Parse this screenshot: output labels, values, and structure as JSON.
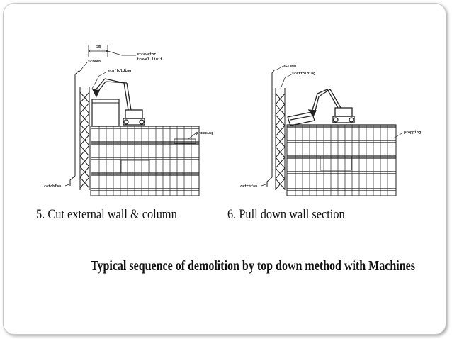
{
  "panels": [
    {
      "caption": "5.   Cut external wall & column",
      "labels": {
        "screen": "screen",
        "scaffolding": "scaffolding",
        "dimension": "5m",
        "excavator": "excavator",
        "travel_limit": "travel limit",
        "propping": "propping",
        "catchfan": "catchfan"
      }
    },
    {
      "caption": "6. Pull down wall section",
      "labels": {
        "screen": "screen",
        "scaffolding": "scaffolding",
        "propping": "propping",
        "catchfan": "catchfan"
      }
    }
  ],
  "title": "Typical sequence of demolition by top down method with Machines"
}
